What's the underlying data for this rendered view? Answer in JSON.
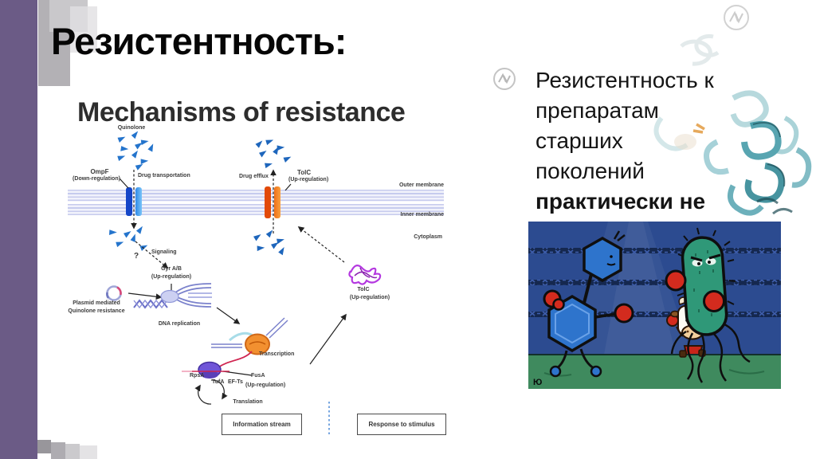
{
  "slide": {
    "title": "Резистентность:",
    "bullet": {
      "lines": [
        "Резистентность к",
        "препаратам",
        "старших",
        "поколений"
      ],
      "bold_line": "практически не"
    }
  },
  "diagram": {
    "title": "Mechanisms of resistance",
    "labels": {
      "quinolone": "Quinolone",
      "ompf": "OmpF",
      "ompf_sub": "(Down-regulation)",
      "drug_transportation": "Drug transportation",
      "drug_efflux": "Drug efflux",
      "tolc_top": "TolC",
      "tolc_top_sub": "(Up-regulation)",
      "outer_membrane": "Outer membrane",
      "inner_membrane": "Inner membrane",
      "cytoplasm": "Cytoplasm",
      "question_mark": "?",
      "signaling": "Signaling",
      "gyr_ab": "Gyr A/B",
      "gyr_ab_sub": "(Up-regulation)",
      "plasmid_line1": "Plasmid mediated",
      "plasmid_line2": "Quinolone resistance",
      "dna_replication": "DNA replication",
      "transcription": "Transcription",
      "rpsa": "RpsA",
      "tufa": "TufA",
      "ef_ts": "EF-Ts",
      "fusa": "FusA",
      "fusa_sub": "(Up-regulation)",
      "translation": "Translation",
      "tolc_bottom": "TolC",
      "tolc_bottom_sub": "(Up-regulation)",
      "information_stream": "Information stream",
      "response_to_stimulus": "Response to stimulus"
    }
  },
  "colors": {
    "accent_purple": "#6b5b86",
    "membrane_lavender": "#c6cbee",
    "channel_blue": "#1546c8",
    "channel_orange": "#e24a08",
    "triangle_blue": "#2474cc",
    "tolc_magenta": "#b438e0",
    "ribosome_purple": "#7055d8",
    "polymerase_orange": "#f29030",
    "mrna_red": "#d02550",
    "cartoon_wall_blue": "#2c4b90",
    "cartoon_floor_green": "#3f8a5e",
    "glove_red": "#d32b1e",
    "bacterium_green": "#2f9878",
    "molecule_blue": "#2e74cc"
  }
}
